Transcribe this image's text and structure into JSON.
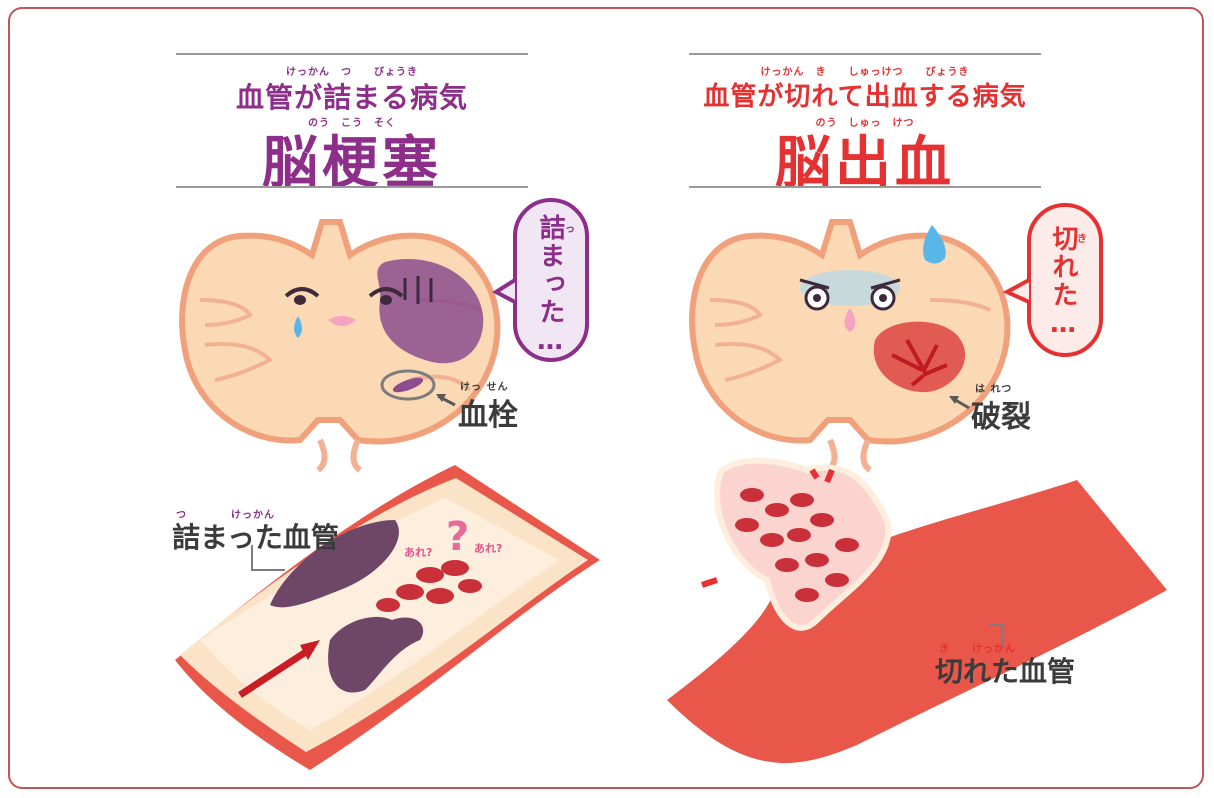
{
  "left": {
    "subtitle_ruby": "けっかん　つ　　びょうき",
    "subtitle": "血管が詰まる病気",
    "title_ruby": "のう　こう　そく",
    "title": "脳梗塞",
    "bubble_text": "詰まった…",
    "bubble_ruby": "っ",
    "clot_ruby": "けっ せん",
    "clot_label": "血栓",
    "vessel_ruby": "つ　　　　けっかん",
    "vessel_label": "詰まった血管",
    "are_1": "あれ?",
    "are_2": "あれ?",
    "question": "?"
  },
  "right": {
    "subtitle_ruby": "けっかん　き　　しゅっけつ　　びょうき",
    "subtitle": "血管が切れて出血する病気",
    "title_ruby": "のう　しゅっ　けつ",
    "title": "脳出血",
    "bubble_text": "切れた…",
    "bubble_ruby": "き",
    "rupture_ruby": "は れつ",
    "rupture_label": "破裂",
    "vessel_ruby": "き　　けっかん",
    "vessel_label": "切れた血管"
  },
  "colors": {
    "frame": "#c0555a",
    "infarction": "#8d2f8a",
    "hemorrhage": "#e53131",
    "brain": "#fbd9b5",
    "brain_outline": "#f0a07a",
    "vessel_wall": "#e9574a",
    "vessel_inner": "#fbe3c8"
  }
}
